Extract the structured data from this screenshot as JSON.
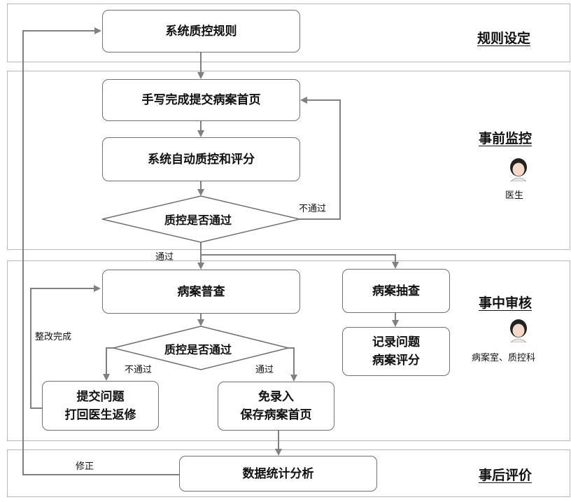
{
  "sections": {
    "s1": {
      "title": "规则设定"
    },
    "s2": {
      "title": "事前监控",
      "role": "医生"
    },
    "s3": {
      "title": "事中审核",
      "role": "病案室、质控科"
    },
    "s4": {
      "title": "事后评价"
    }
  },
  "nodes": {
    "rules": "系统质控规则",
    "handwrite": "手写完成提交病案首页",
    "auto_qc": "系统自动质控和评分",
    "qc_pass_1": "质控是否通过",
    "census": "病案普查",
    "qc_pass_2": "质控是否通过",
    "return_doc": "提交问题\n打回医生返修",
    "exempt": "免录入\n保存病案首页",
    "sampling": "病案抽查",
    "record_score": "记录问题\n病案评分",
    "stats": "数据统计分析"
  },
  "edge_labels": {
    "fail_1": "不通过",
    "pass_1": "通过",
    "rectified": "整改完成",
    "fail_2": "不通过",
    "pass_2": "通过",
    "correction": "修正"
  },
  "colors": {
    "line": "#808080",
    "border": "#707070"
  },
  "icons": {
    "doctor": "person-avatar-icon",
    "staff": "person-avatar-icon"
  }
}
